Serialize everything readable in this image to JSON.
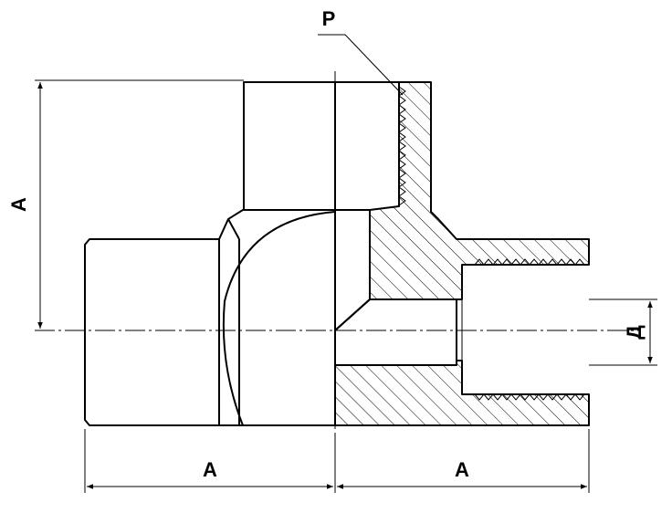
{
  "labels": {
    "thread": "Р",
    "dim_vertical": "А",
    "dim_left": "А",
    "dim_right": "А",
    "bore": "Д"
  }
}
